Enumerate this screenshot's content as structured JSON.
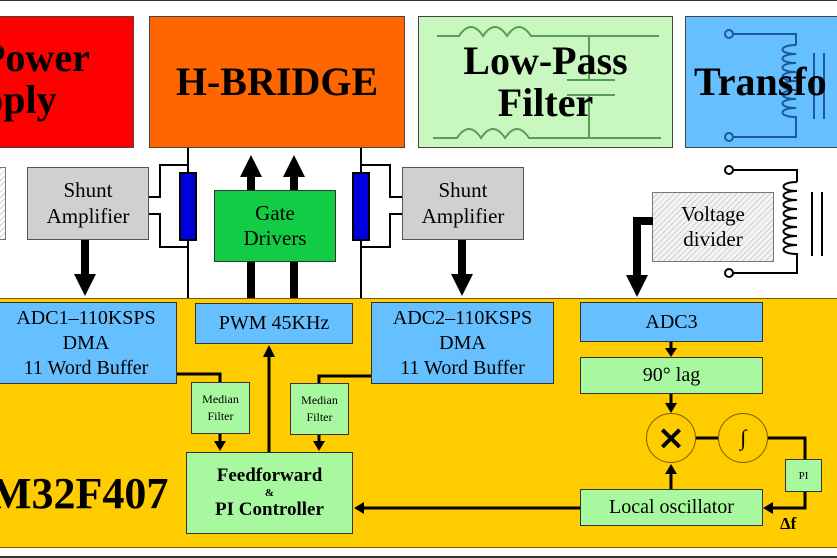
{
  "top_blocks": {
    "power_supply": {
      "line1": "Power",
      "line2": "pply",
      "color": "#ff0000"
    },
    "h_bridge": {
      "label": "H-BRIDGE",
      "color": "#ff6600"
    },
    "low_pass_filter": {
      "line1": "Low-Pass",
      "line2": "Filter",
      "color": "#c8f8c0"
    },
    "transformer": {
      "label": "Transfo",
      "color": "#66c0ff"
    }
  },
  "sensing": {
    "shunt_amp_left": {
      "line1": "Shunt",
      "line2": "Amplifier"
    },
    "shunt_amp_right": {
      "line1": "Shunt",
      "line2": "Amplifier"
    },
    "gate_drivers": {
      "line1": "Gate",
      "line2": "Drivers",
      "color": "#11cc44"
    },
    "voltage_divider": {
      "line1": "Voltage",
      "line2": "divider"
    }
  },
  "mcu": {
    "label": "M32F407",
    "color": "#ffcc00",
    "adc1": {
      "line1": "ADC1–110KSPS",
      "line2": "DMA",
      "line3": "11 Word Buffer"
    },
    "pwm": {
      "label": "PWM 45KHz"
    },
    "adc2": {
      "line1": "ADC2–110KSPS",
      "line2": "DMA",
      "line3": "11 Word Buffer"
    },
    "adc3": {
      "label": "ADC3"
    },
    "median_filter_1": {
      "line1": "Median",
      "line2": "Filter"
    },
    "median_filter_2": {
      "line1": "Median",
      "line2": "Filter"
    },
    "controller": {
      "line1": "Feedforward",
      "amp": "&",
      "line2": "PI Controller"
    },
    "lag": {
      "label": "90° lag"
    },
    "multiplier": {
      "symbol": "×"
    },
    "integrator": {
      "symbol": "∫"
    },
    "pi": {
      "label": "PI"
    },
    "local_oscillator": {
      "label": "Local oscillator"
    },
    "delta_f": {
      "label": "Δf"
    }
  }
}
